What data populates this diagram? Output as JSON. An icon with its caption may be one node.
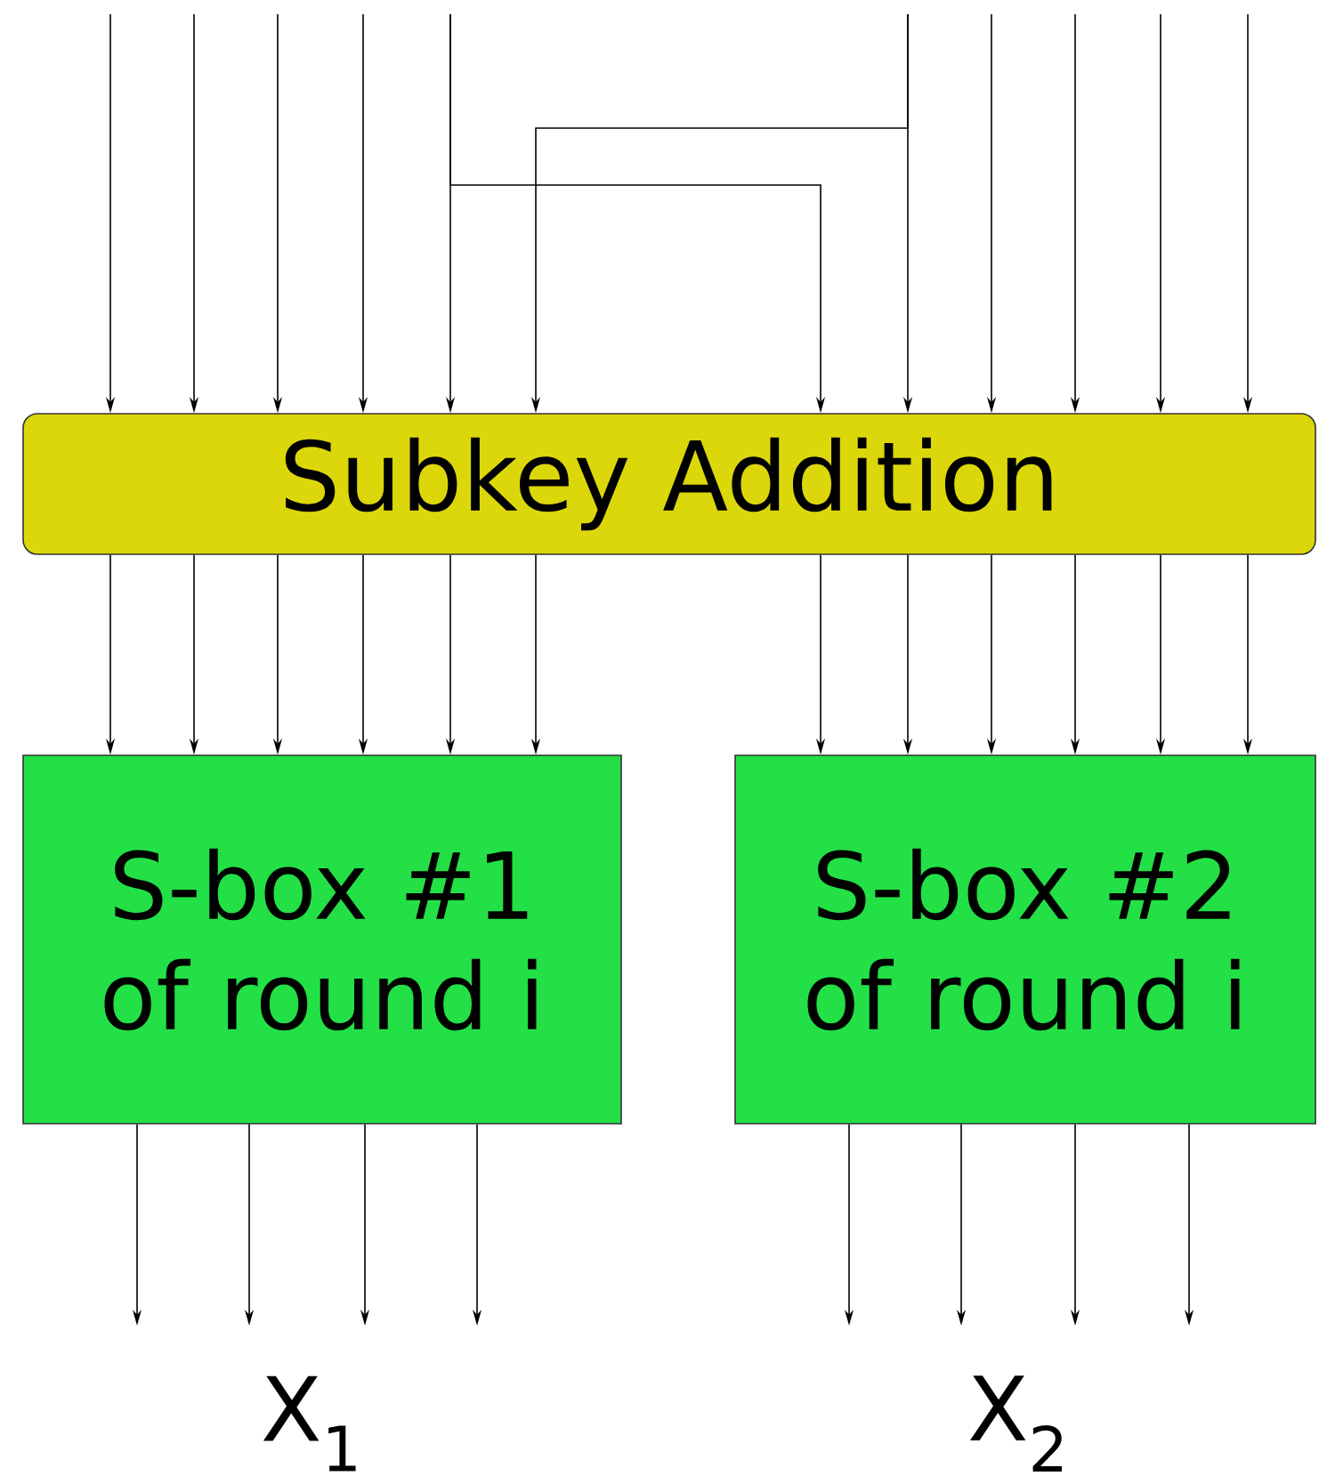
{
  "diagram": {
    "nodes": [
      {
        "text": [
          "Subkey Addition"
        ]
      },
      {
        "text": [
          "S-box #1 of round i"
        ]
      },
      {
        "text": [
          "S-box #2 of round i"
        ]
      }
    ],
    "edges": [
      {
        "from": null,
        "to": 0,
        "arrow": "to"
      },
      {
        "from": null,
        "to": 0,
        "arrow": "to"
      },
      {
        "from": null,
        "to": 0,
        "arrow": "to"
      },
      {
        "from": null,
        "to": 0,
        "arrow": "to"
      },
      {
        "from": null,
        "to": 0,
        "arrow": "to"
      },
      {
        "from": null,
        "to": 0,
        "arrow": "to"
      },
      {
        "from": null,
        "to": 0,
        "arrow": "to"
      },
      {
        "from": null,
        "to": 0,
        "arrow": "to"
      },
      {
        "from": null,
        "to": 0,
        "arrow": "to"
      },
      {
        "from": null,
        "to": 0,
        "arrow": "to"
      },
      {
        "from": null,
        "to": 0,
        "arrow": "to"
      },
      {
        "from": null,
        "to": 0,
        "arrow": "to"
      },
      {
        "from": 0,
        "to": 1,
        "arrow": "to"
      },
      {
        "from": 0,
        "to": 1,
        "arrow": "to"
      },
      {
        "from": 0,
        "to": 1,
        "arrow": "to"
      },
      {
        "from": 0,
        "to": 1,
        "arrow": "to"
      },
      {
        "from": 0,
        "to": 1,
        "arrow": "to"
      },
      {
        "from": 0,
        "to": 1,
        "arrow": "to"
      },
      {
        "from": 0,
        "to": 2,
        "arrow": "to"
      },
      {
        "from": 0,
        "to": 2,
        "arrow": "to"
      },
      {
        "from": 0,
        "to": 2,
        "arrow": "to"
      },
      {
        "from": 0,
        "to": 2,
        "arrow": "to"
      },
      {
        "from": 0,
        "to": 2,
        "arrow": "to"
      },
      {
        "from": 0,
        "to": 2,
        "arrow": "to"
      },
      {
        "from": 1,
        "to": null,
        "arrow": "to"
      },
      {
        "from": 1,
        "to": null,
        "arrow": "to"
      },
      {
        "from": 1,
        "to": null,
        "arrow": "to"
      },
      {
        "from": 1,
        "to": null,
        "arrow": "to"
      },
      {
        "from": 2,
        "to": null,
        "arrow": "to"
      },
      {
        "from": 2,
        "to": null,
        "arrow": "to"
      },
      {
        "from": 2,
        "to": null,
        "arrow": "to"
      },
      {
        "from": 2,
        "to": null,
        "arrow": "to"
      }
    ],
    "labels": [
      "X$_{1}$",
      "X$_{2}$"
    ]
  }
}
